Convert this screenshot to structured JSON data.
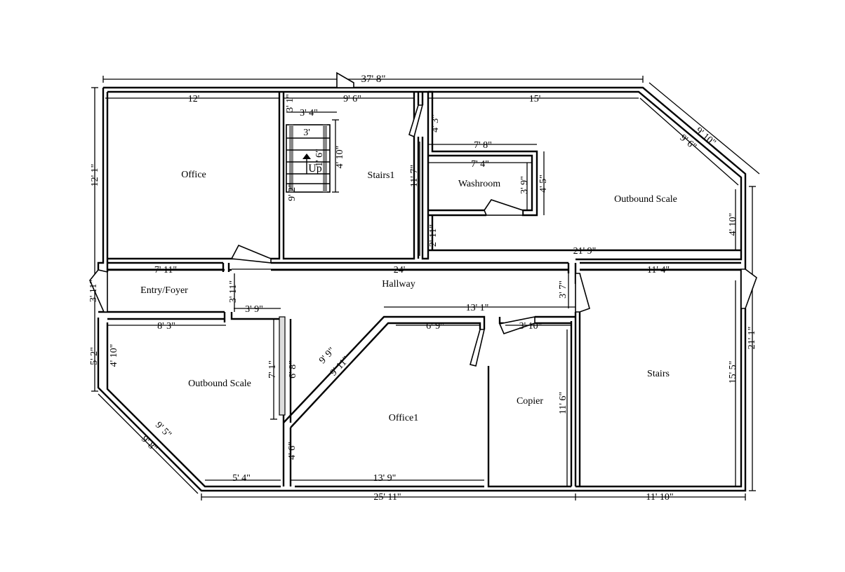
{
  "rooms": {
    "office": "Office",
    "stairs1": "Stairs1",
    "washroom": "Washroom",
    "outbound_scale_right": "Outbound Scale",
    "hallway": "Hallway",
    "entry_foyer": "Entry/Foyer",
    "outbound_scale_left": "Outbound Scale",
    "office1": "Office1",
    "copier": "Copier",
    "stairs": "Stairs"
  },
  "stair_up_label": "Up",
  "dimensions": {
    "overall_top": "37' 8\"",
    "overall_left_height": "12' 1\"",
    "office_top": "12'",
    "stairs1_top": "9' 6\"",
    "outbound_top": "15'",
    "diag_outer": "9' 10\"",
    "diag_inner": "9' 6\"",
    "stair_3_4": "3' 4\"",
    "stair_3": "3'",
    "stair_1_6": "1' 6\"",
    "stair_4_10": "4' 10\"",
    "stair_3_1": "3' 1\"",
    "stair_9_2": "9' 2\"",
    "stairs1_height": "11' 7\"",
    "wash_4_3": "4' 3\"",
    "wash_7_8": "7' 8\"",
    "wash_7_4": "7' 4\"",
    "wash_3_9": "3' 9\"",
    "wash_4_5": "4' 5\"",
    "wash_2_11": "2' 11\"",
    "outbound_21_9": "21' 9\"",
    "outbound_4_10": "4' 10\"",
    "hall_7_11": "7' 11\"",
    "hall_24": "24'",
    "hall_11_4": "11' 4\"",
    "entry_3_11_left": "3' 11\"",
    "entry_3_11_right": "3' 11\"",
    "entry_3_9": "3' 9\"",
    "os_8_3": "8' 3\"",
    "os_5_2": "5' 2\"",
    "os_4_10": "4' 10\"",
    "os_9_5": "9' 5\"",
    "os_9_8": "9' 8\"",
    "os_5_4": "5' 4\"",
    "os_7_1": "7' 1\"",
    "os_6_8": "6' 8\"",
    "os_4_6": "4' 6\"",
    "of1_13_1": "13' 1\"",
    "of1_9_9": "9' 9\"",
    "of1_9_11": "9' 11\"",
    "of1_6_9": "6' 9\"",
    "of1_13_9": "13' 9\"",
    "cop_3_10": "3' 10\"",
    "cop_11_6": "11' 6\"",
    "hall_3_7": "3' 7\"",
    "stairs_15_5": "15' 5\"",
    "stairs_21_1": "21' 1\"",
    "bottom_25_11": "25' 11\"",
    "bottom_11_10": "11' 10\""
  }
}
